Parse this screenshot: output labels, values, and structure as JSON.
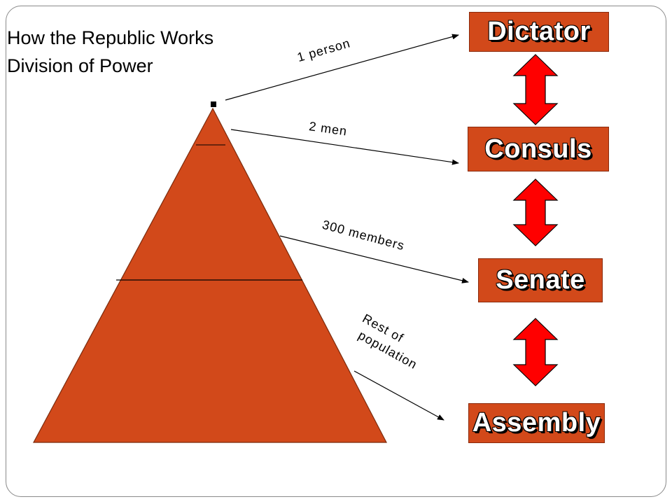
{
  "title": {
    "line1": "How the Republic Works",
    "line2": "Division of Power"
  },
  "levels": [
    {
      "name": "Dictator",
      "count_label": "1 person"
    },
    {
      "name": "Consuls",
      "count_label": "2 men"
    },
    {
      "name": "Senate",
      "count_label": "300 members"
    },
    {
      "name": "Assembly",
      "count_label_line1": "Rest of",
      "count_label_line2": "population"
    }
  ],
  "colors": {
    "pyramid_fill": "#d2491a",
    "box_fill": "#d2491a",
    "arrow_fill": "#ff0000",
    "box_text": "#ffffff"
  }
}
